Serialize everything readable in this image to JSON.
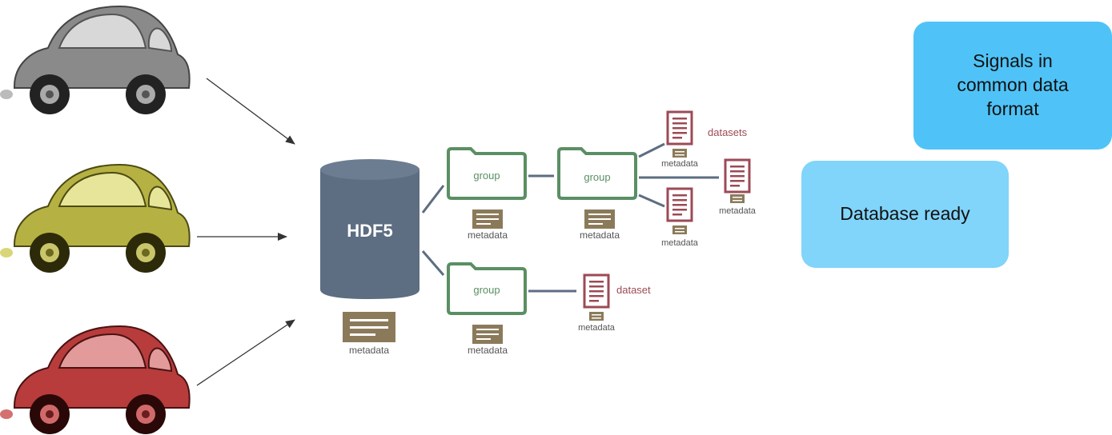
{
  "colors": {
    "signals_box": "#4fc3f7",
    "database_box": "#81d4fa",
    "hdf5_cylinder": "#5d6d82",
    "group_green": "#5a8f63",
    "metadata_tan": "#8b7a5a",
    "dataset_red": "#9c4a55",
    "arrow": "#333333",
    "car_gray": "#8a8a8a",
    "car_yellow": "#b5b243",
    "car_red": "#b83c3c"
  },
  "cars": [
    {
      "name": "gray-car",
      "color": "#8a8a8a"
    },
    {
      "name": "yellow-car",
      "color": "#b5b243"
    },
    {
      "name": "red-car",
      "color": "#b83c3c"
    }
  ],
  "callouts": {
    "signals": "Signals in common data format",
    "database": "Database ready"
  },
  "diagram": {
    "hdf5_label": "HDF5",
    "group_label": "group",
    "metadata_label": "metadata",
    "datasets_label": "datasets",
    "dataset_label": "dataset"
  }
}
